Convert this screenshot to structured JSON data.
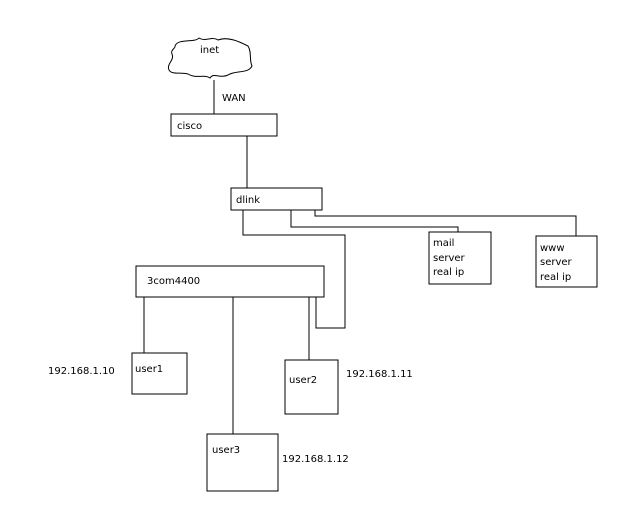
{
  "diagram": {
    "cloud_label": "inet",
    "wan_label": "WAN",
    "devices": {
      "cisco": "cisco",
      "dlink": "dlink",
      "switch": "3com4400",
      "mail_server": [
        "mail",
        "server",
        "real ip"
      ],
      "www_server": [
        "www",
        "server",
        "real ip"
      ],
      "user1": "user1",
      "user2": "user2",
      "user3": "user3"
    },
    "ips": {
      "user1": "192.168.1.10",
      "user2": "192.168.1.11",
      "user3": "192.168.1.12"
    }
  }
}
